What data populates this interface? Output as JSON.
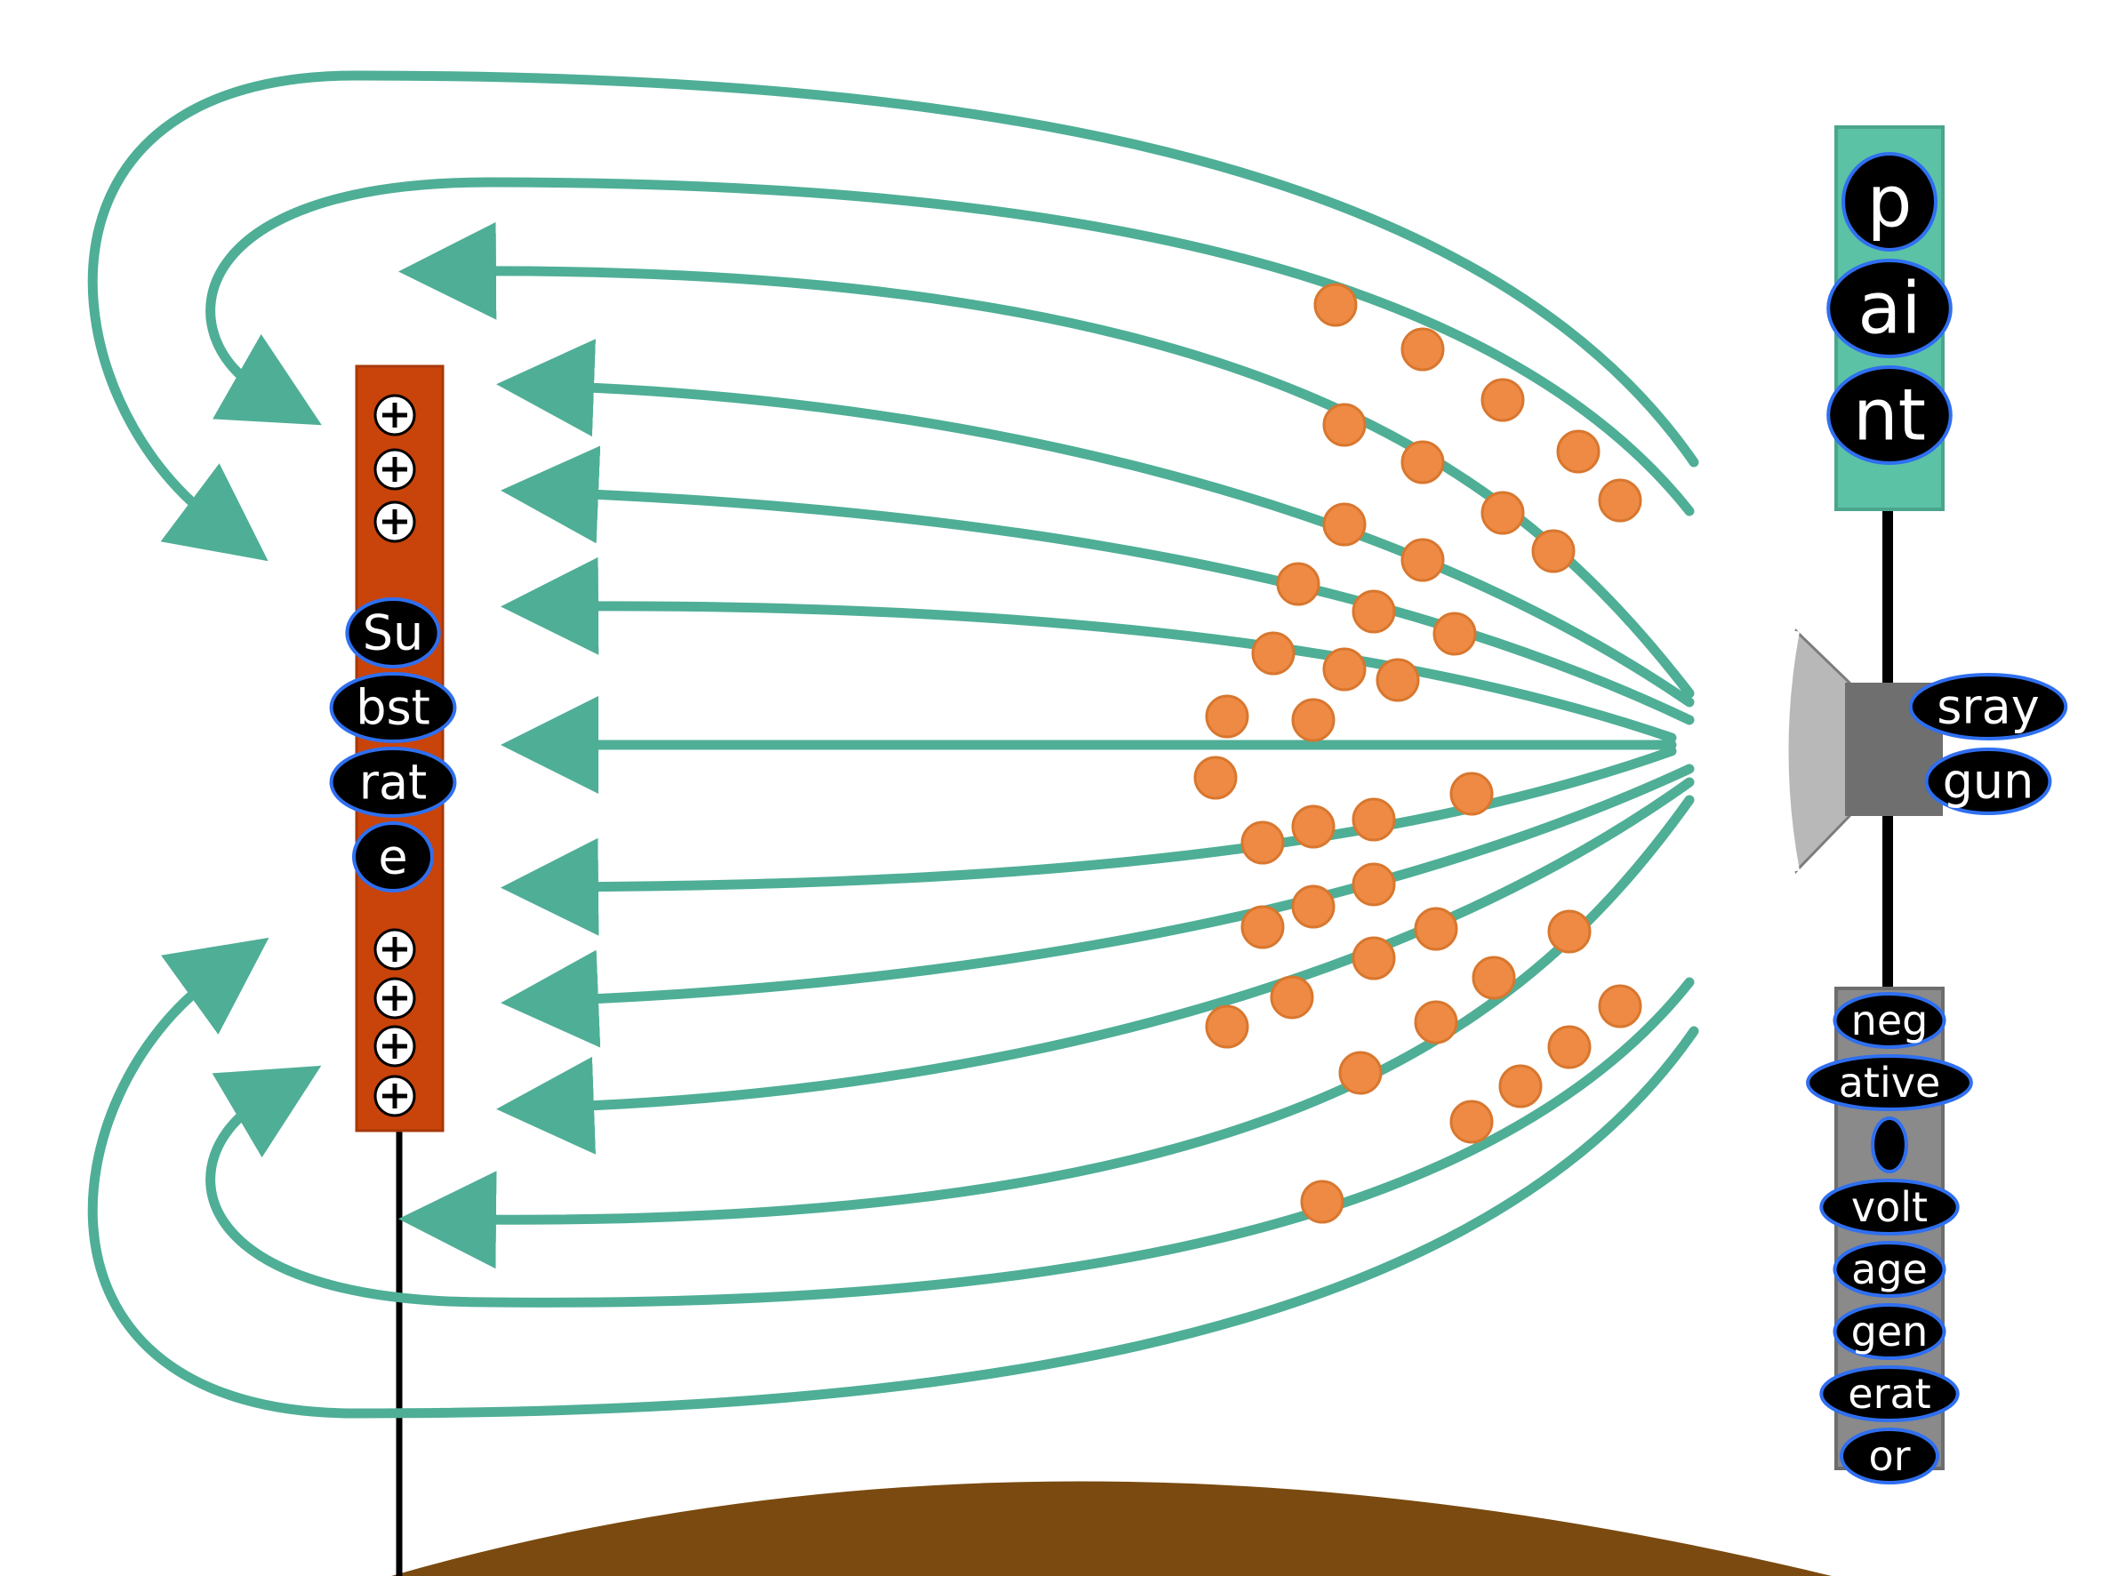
{
  "colors": {
    "field_line": "#4fae96",
    "substrate": "#c8440a",
    "particle": "#ee8a44",
    "paint_box": "#5cc2a6",
    "generator_box": "#8a8a8a",
    "ground": "#7a4a10",
    "label_bg": "#000000",
    "label_border": "#2f6ff0"
  },
  "icons": {
    "plus_charge": "plus-charge-icon",
    "spray_gun": "spray-gun-icon",
    "paint_particle": "paint-particle-icon"
  },
  "labels": {
    "substrate": [
      "Su",
      "bst",
      "rat",
      "e"
    ],
    "paint": [
      "p",
      "ai",
      "nt"
    ],
    "spray_gun": [
      "sray",
      "gun"
    ],
    "generator": [
      "neg",
      "ative",
      "",
      "volt",
      "age",
      "gen",
      "erat",
      "or"
    ]
  }
}
